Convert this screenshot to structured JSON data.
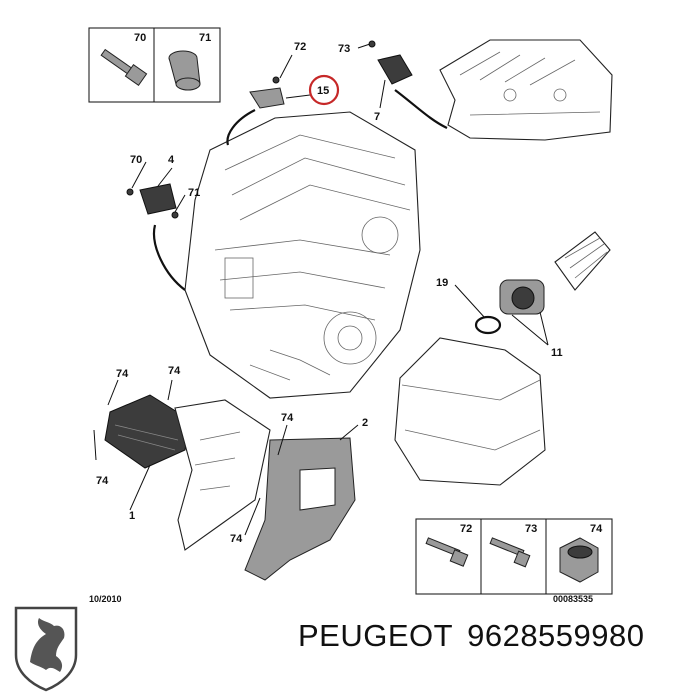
{
  "callouts": {
    "c70_top": "70",
    "c71_top": "71",
    "c72_top": "72",
    "c15": "15",
    "c73_top": "73",
    "c7": "7",
    "c70_mid": "70",
    "c4": "4",
    "c71_mid": "71",
    "c19": "19",
    "c11": "11",
    "c74_a": "74",
    "c74_b": "74",
    "c74_c": "74",
    "c74_d": "74",
    "c74_e": "74",
    "c2": "2",
    "c1": "1",
    "c72_bot": "72",
    "c73_bot": "73",
    "c74_bot": "74"
  },
  "footer": {
    "date": "10/2010",
    "code": "00083535"
  },
  "caption": {
    "brand": "PEUGEOT",
    "part_number": "9628559980"
  },
  "colors": {
    "highlight_ring": "#c62828",
    "ink": "#111111",
    "part_grey": "#9a9a9a"
  }
}
